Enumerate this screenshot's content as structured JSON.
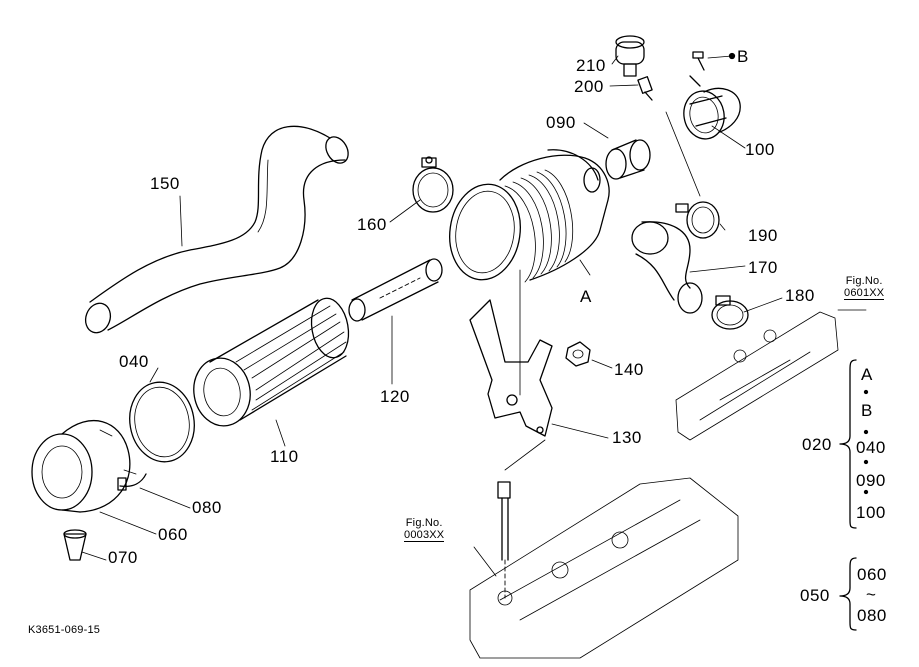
{
  "diagram": {
    "part_labels": {
      "p150": "150",
      "p160": "160",
      "p090": "090",
      "p100": "100",
      "p200": "200",
      "p210": "210",
      "pB": "B",
      "p190": "190",
      "p170": "170",
      "p180": "180",
      "pA": "A",
      "p120": "120",
      "p110": "110",
      "p140": "140",
      "p130": "130",
      "p040": "040",
      "p080": "080",
      "p060": "060",
      "p070": "070"
    },
    "fig_refs": {
      "right": {
        "caption": "Fig.No.",
        "number": "0601XX"
      },
      "bottom": {
        "caption": "Fig.No.",
        "number": "0003XX"
      }
    },
    "legend_020": {
      "code": "020",
      "items": [
        "A",
        "B",
        "040",
        "090",
        "100"
      ]
    },
    "legend_050": {
      "code": "050",
      "from": "060",
      "tilde": "~",
      "to": "080"
    },
    "drawing_code": "K3651-069-15"
  }
}
